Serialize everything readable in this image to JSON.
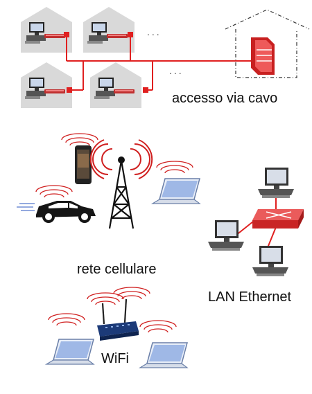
{
  "labels": {
    "cable": "accesso via cavo",
    "cellular": "rete cellulare",
    "ethernet": "LAN Ethernet",
    "wifi": "WiFi"
  },
  "ellipsis": "...",
  "colors": {
    "cable_line": "#e02020",
    "house": "#d9d9d9",
    "wave": "#d02020",
    "laptop_screen": "#9fb8e6"
  }
}
